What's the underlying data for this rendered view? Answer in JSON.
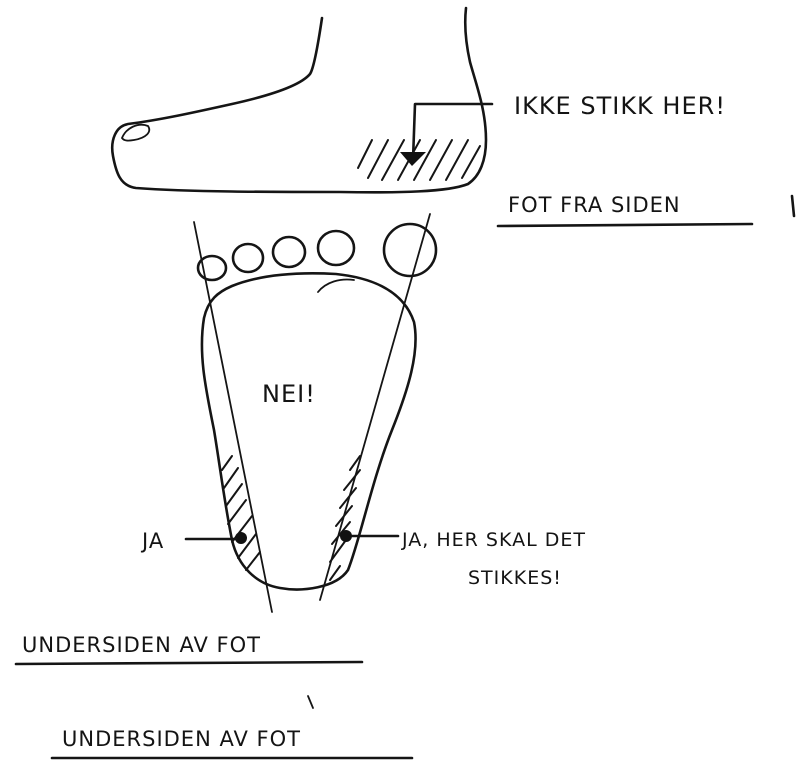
{
  "labels": {
    "top_warning": "IKKE STIKK HER!",
    "side_view": "FOT FRA SIDEN",
    "center_no": "NEI!",
    "left_yes": "JA",
    "right_yes_line1": "JA, HER SKAL DET",
    "right_yes_line2": "STIKKES!",
    "bottom_view_1": "UNDERSIDEN AV FOT",
    "bottom_view_2": "UNDERSIDEN AV FOT"
  }
}
